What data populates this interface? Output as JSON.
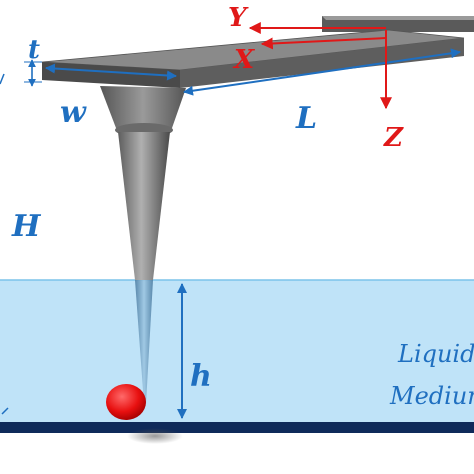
{
  "labels": {
    "t": "t",
    "w": "w",
    "L": "L",
    "H": "H",
    "h": "h",
    "axis_y": "Y",
    "axis_x": "X",
    "axis_z": "Z",
    "medium_line1": "Liquid",
    "medium_line2": "Medium"
  },
  "colors": {
    "dimension_blue": "#1f6fc0",
    "axis_red": "#e01818",
    "liquid_fill": "#bfe3f8",
    "liquid_line": "#7cc3ea",
    "substrate": "#0f2a5a",
    "cantilever_top": "#8a8a8a",
    "cantilever_side": "#4a4a4a",
    "particle": "#e81010"
  }
}
